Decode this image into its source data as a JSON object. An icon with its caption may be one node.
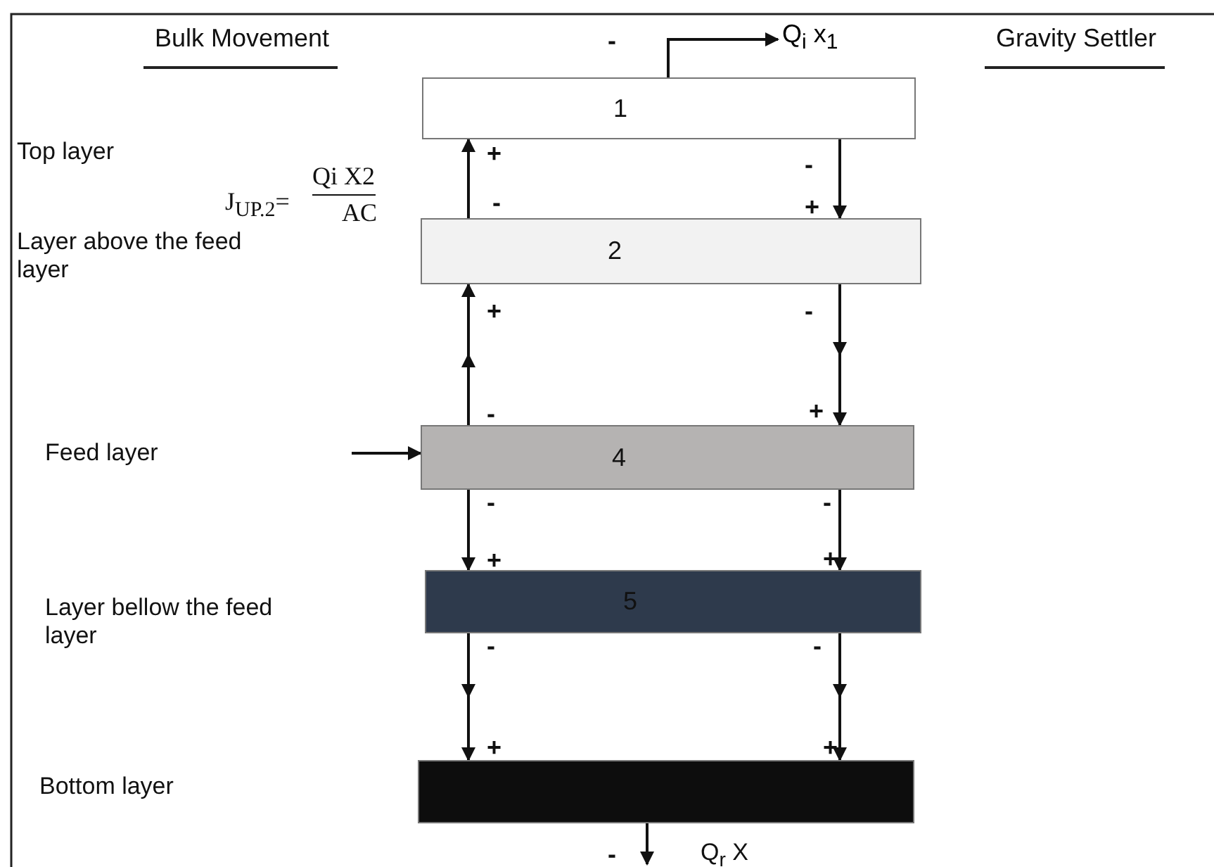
{
  "diagram": {
    "nodes": [
      {
        "text": [
          "1"
        ]
      },
      {
        "text": [
          "2"
        ]
      },
      {
        "text": [
          "4"
        ]
      },
      {
        "text": [
          "5"
        ]
      },
      {
        "text": [],
        "shape": "box",
        "beside": [
          "Q$_{r}$ X"
        ]
      },
      {
        "text": [
          "Q$_{i}$ x$_{1}$"
        ]
      }
    ],
    "edges": [
      {
        "from": 0,
        "to": 5,
        "arrow": "to"
      },
      {
        "from": 1,
        "to": 0,
        "arrow": "to"
      },
      {
        "from": 0,
        "to": 1,
        "arrow": "to"
      },
      {
        "from": 2,
        "to": 1,
        "arrow": "to"
      },
      {
        "from": 1,
        "to": 2,
        "arrow": "to"
      },
      {
        "from": null,
        "to": 2,
        "arrow": "to"
      },
      {
        "from": 2,
        "to": 3,
        "arrow": "to"
      },
      {
        "from": 2,
        "to": 3,
        "arrow": "to"
      },
      {
        "from": 3,
        "to": 4,
        "arrow": "to"
      },
      {
        "from": 3,
        "to": 4,
        "arrow": "to"
      },
      {
        "from": 4,
        "to": null,
        "arrow": "to"
      }
    ],
    "labels": [
      "-",
      "Bulk Movement",
      "Gravity Settler",
      "Top layer",
      "+",
      "-",
      "Qi X2",
      "J$_{UP.2}$=",
      "AC",
      "-",
      "+",
      "Layer above the feed layer",
      "+",
      "-",
      "-",
      "+",
      "Feed layer",
      "-",
      "-",
      "+",
      "+",
      "Layer bellow the feed layer",
      "-",
      "-",
      "+",
      "+",
      "Bottom layer",
      "-"
    ]
  }
}
